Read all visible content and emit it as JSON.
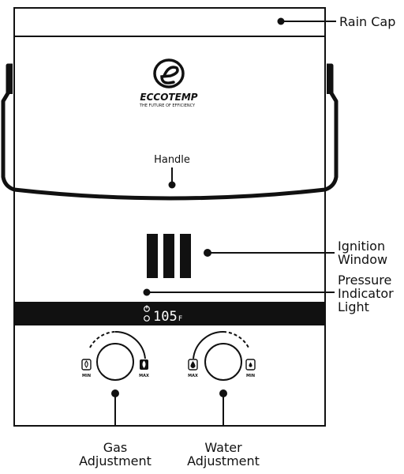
{
  "brand": {
    "name": "ECCOTEMP",
    "tagline": "THE FUTURE OF EFFICIENCY"
  },
  "display": {
    "temperature": "105",
    "unit": "F"
  },
  "dials": {
    "gas": {
      "min_label": "MIN",
      "max_label": "MAX"
    },
    "water": {
      "max_label": "MAX",
      "min_label": "MIN"
    }
  },
  "callouts": {
    "rain_cap": "Rain Cap",
    "handle": "Handle",
    "ignition_window": [
      "Ignition",
      "Window"
    ],
    "pressure_indicator": [
      "Pressure",
      "Indicator",
      "Light"
    ],
    "gas_adjustment": [
      "Gas",
      "Adjustment"
    ],
    "water_adjustment": [
      "Water",
      "Adjustment"
    ]
  },
  "colors": {
    "line": "#111111",
    "display_bg": "#111111",
    "display_text": "#ffffff"
  },
  "icons": [
    "eccotemp-logo-icon",
    "flame-icon",
    "water-drop-icon",
    "power-icon"
  ]
}
